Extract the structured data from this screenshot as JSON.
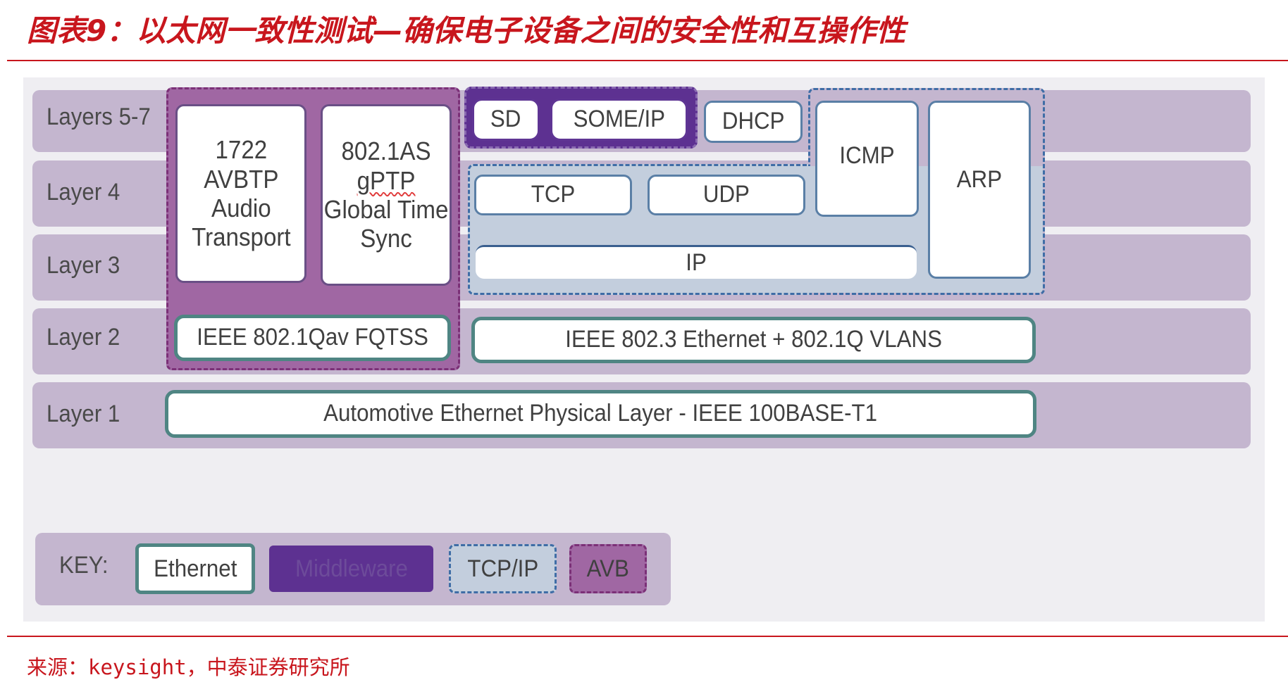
{
  "title": "图表9：以太网一致性测试—确保电子设备之间的安全性和互操作性",
  "source": "来源：keysight，中泰证券研究所",
  "layers": {
    "l57": "Layers 5-7",
    "l4": "Layer 4",
    "l3": "Layer 3",
    "l2": "Layer 2",
    "l1": "Layer 1"
  },
  "avb": {
    "avbtp": [
      "1722",
      "AVBTP",
      "Audio",
      "Transport"
    ],
    "gptp": [
      "802.1AS",
      "gPTP",
      "Global Time",
      "Sync"
    ],
    "fqtss": "IEEE 802.1Qav FQTSS"
  },
  "middleware": {
    "sd": "SD",
    "someip": "SOME/IP"
  },
  "dhcp": "DHCP",
  "tcpip": {
    "tcp": "TCP",
    "udp": "UDP",
    "ip": "IP",
    "icmp": "ICMP",
    "arp": "ARP"
  },
  "ethernet": {
    "l2": "IEEE 802.3 Ethernet + 802.1Q VLANS",
    "l1": "Automotive Ethernet Physical Layer - IEEE 100BASE-T1"
  },
  "key": {
    "label": "KEY:",
    "ethernet": "Ethernet",
    "middleware": "Middleware",
    "tcpip": "TCP/IP",
    "avb": "AVB"
  },
  "colors": {
    "title_red": "#c8161d",
    "band": "#c4b6cf",
    "ethernet_border": "#4f8583",
    "middleware": "#5d3191",
    "tcpip_fill": "#c3cedd",
    "tcpip_border": "#3f6da6",
    "avb_fill": "#a067a3"
  }
}
